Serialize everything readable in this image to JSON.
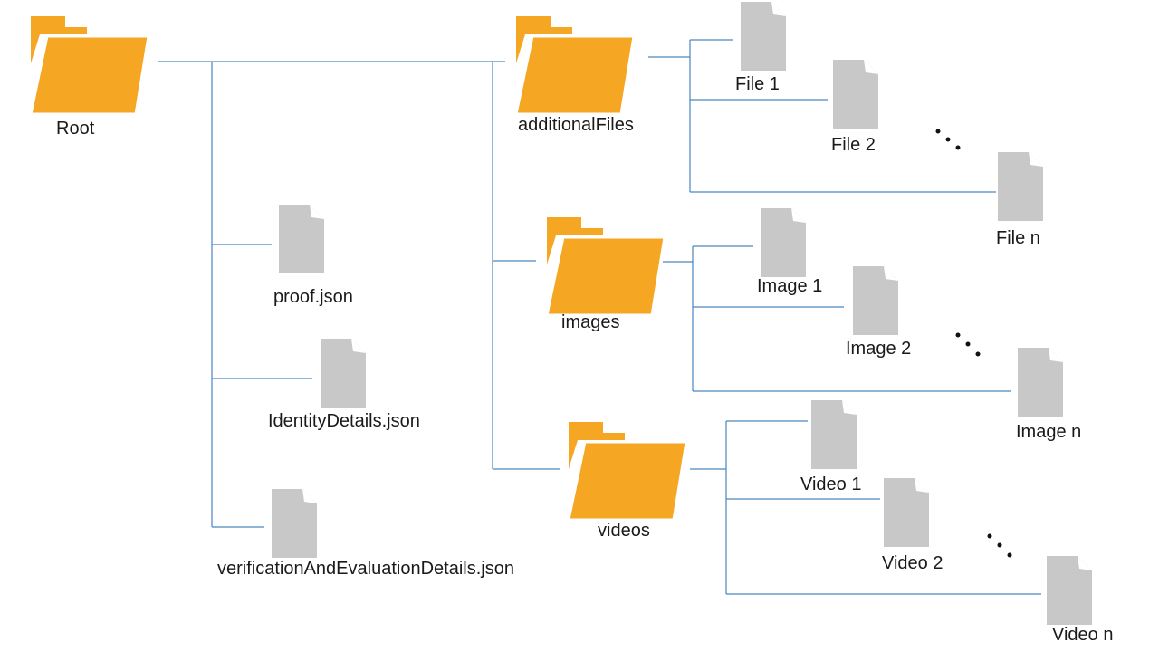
{
  "colors": {
    "folder": "#f5a623",
    "file": "#c8c8c8",
    "connector": "#4a86c0"
  },
  "folders": {
    "root": {
      "label": "Root",
      "icon": "folder-icon"
    },
    "additional_files": {
      "label": "additionalFiles",
      "icon": "folder-icon"
    },
    "images": {
      "label": "images",
      "icon": "folder-icon"
    },
    "videos": {
      "label": "videos",
      "icon": "folder-icon"
    }
  },
  "root_files": [
    {
      "label": "proof.json",
      "icon": "file-icon"
    },
    {
      "label": "IdentityDetails.json",
      "icon": "file-icon"
    },
    {
      "label": "verificationAndEvaluationDetails.json",
      "icon": "file-icon"
    }
  ],
  "additional_files_children": [
    {
      "label": "File 1",
      "icon": "file-icon"
    },
    {
      "label": "File 2",
      "icon": "file-icon"
    },
    {
      "label": "File n",
      "icon": "file-icon"
    }
  ],
  "images_children": [
    {
      "label": "Image 1",
      "icon": "file-icon"
    },
    {
      "label": "Image 2",
      "icon": "file-icon"
    },
    {
      "label": "Image n",
      "icon": "file-icon"
    }
  ],
  "videos_children": [
    {
      "label": "Video 1",
      "icon": "file-icon"
    },
    {
      "label": "Video 2",
      "icon": "file-icon"
    },
    {
      "label": "Video n",
      "icon": "file-icon"
    }
  ],
  "ellipsis_icon": "ellipsis-icon"
}
